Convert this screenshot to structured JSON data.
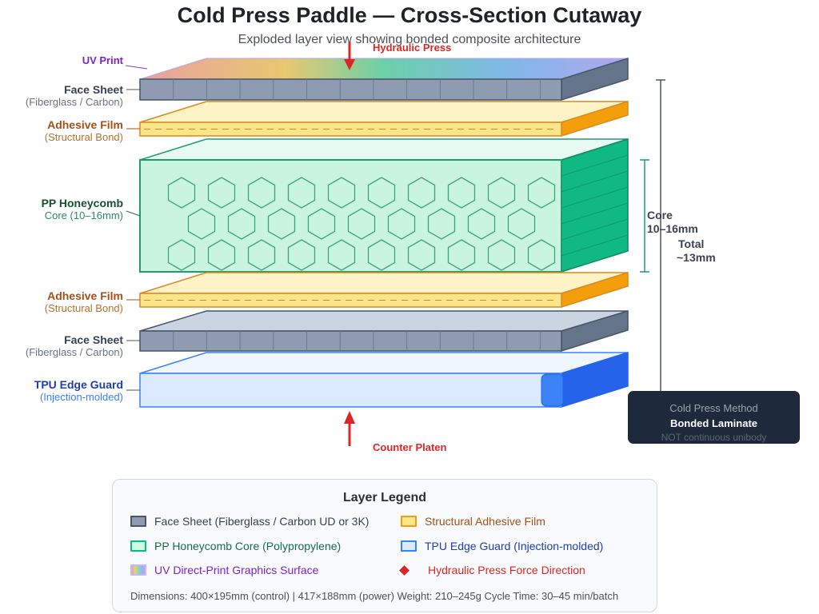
{
  "header": {
    "title": "Cold Press Paddle — Cross-Section Cutaway",
    "subtitle": "Exploded layer view showing bonded composite architecture"
  },
  "layers": [
    {
      "id": "face-sheet-top",
      "main": "Face Sheet",
      "sub": "(Fiberglass / Carbon)",
      "main_color": "#374151",
      "sub_color": "#6b7280"
    },
    {
      "id": "adhesive-top",
      "main": "Adhesive Film",
      "sub": "(Structural Bond)",
      "main_color": "#a0521a",
      "sub_color": "#b8702c"
    },
    {
      "id": "honeycomb-core",
      "main": "PP Honeycomb",
      "sub": "Core (10–16mm)",
      "main_color": "#14532d",
      "sub_color": "#2a8a64"
    },
    {
      "id": "adhesive-bottom",
      "main": "Adhesive Film",
      "sub": "(Structural Bond)",
      "main_color": "#a0521a",
      "sub_color": "#b8702c"
    },
    {
      "id": "face-sheet-bottom",
      "main": "Face Sheet",
      "sub": "(Fiberglass / Carbon)",
      "main_color": "#374151",
      "sub_color": "#6b7280"
    },
    {
      "id": "tpu-edge-guard",
      "main": "TPU Edge Guard",
      "sub": "(Injection-molded)",
      "main_color": "#1e40af",
      "sub_color": "#3b82f6"
    }
  ],
  "uv_print_label": "UV Print",
  "arrows": {
    "top": "Hydraulic Press",
    "bottom": "Counter Platen"
  },
  "dimensions": {
    "core_line1": "Core",
    "core_line2": "10–16mm",
    "total_line1": "Total",
    "total_line2": "~13mm"
  },
  "callout": {
    "line1": "Cold Press Method",
    "line2": "Bonded Laminate",
    "line3": "NOT continuous unibody"
  },
  "legend": {
    "title": "Layer Legend",
    "items": [
      {
        "label": "Face Sheet (Fiberglass / Carbon UD or 3K)",
        "color": "#374151",
        "swatch": "#8e9bb0",
        "border": "#4b5563"
      },
      {
        "label": "Structural Adhesive Film",
        "color": "#a0521a",
        "swatch": "#fde68a",
        "border": "#f59e0b"
      },
      {
        "label": "PP Honeycomb Core (Polypropylene)",
        "color": "#166c4a",
        "swatch": "#d1fae5",
        "border": "#10b981"
      },
      {
        "label": "TPU Edge Guard (Injection-molded)",
        "color": "#1e40af",
        "swatch": "#dbeafe",
        "border": "#3b82f6"
      },
      {
        "label": "UV Direct-Print Graphics Surface",
        "color": "#7e22ce",
        "swatch": "gradient",
        "border": "#c4b5fd"
      },
      {
        "label": "Hydraulic Press Force Direction",
        "color": "#dc2626",
        "swatch": "diamond",
        "border": "#dc2626"
      }
    ],
    "footer": "Dimensions: 400×195mm (control) | 417×188mm (power) Weight: 210–245g Cycle Time: 30–45 min/batch"
  },
  "colors": {
    "face_front": "#8e9bb0",
    "face_side": "#64748b",
    "face_top_bottom": "#cbd5e1",
    "adhesive_front": "#fde68a",
    "adhesive_top": "#fef3c7",
    "adhesive_side": "#f59e0b",
    "core_front": "#c9f5e0",
    "core_top": "#e6faf1",
    "core_side": "#10b981",
    "tpu_front": "#dbeafe",
    "tpu_top": "#eff6ff",
    "tpu_side": "#2563eb",
    "arrow": "#dc2626"
  }
}
